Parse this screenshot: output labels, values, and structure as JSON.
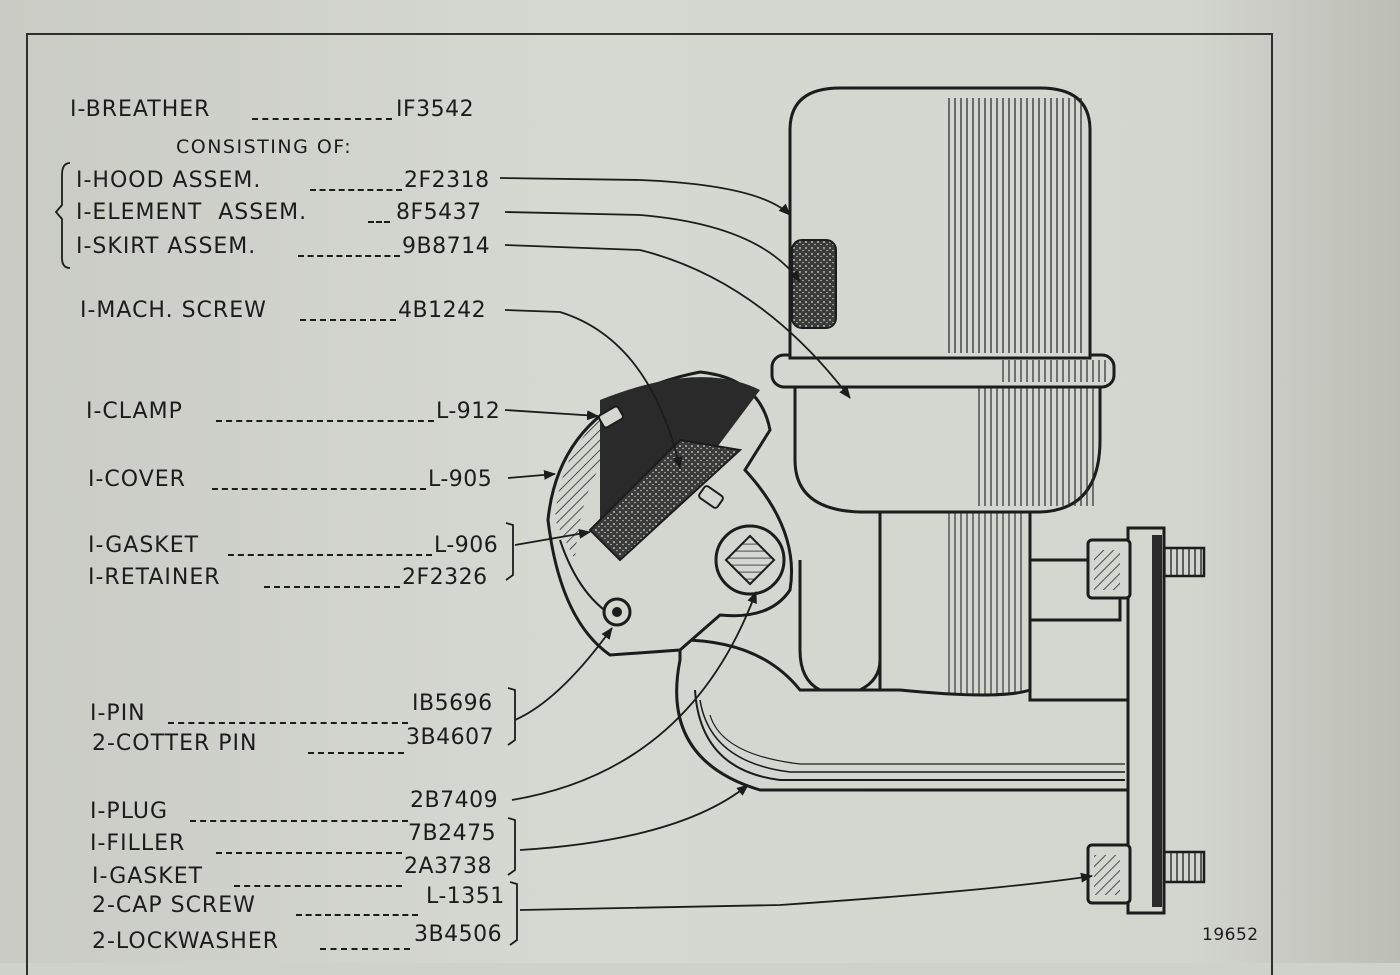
{
  "header": {
    "consisting_of": "CONSISTING OF:"
  },
  "figure_number": "19652",
  "parts": [
    {
      "label": "I-BREATHER",
      "part_no": "IF3542"
    },
    {
      "label": "I-HOOD ASSEM.",
      "part_no": "2F2318"
    },
    {
      "label": "I-ELEMENT  ASSEM.",
      "part_no": "8F5437"
    },
    {
      "label": "I-SKIRT ASSEM.",
      "part_no": "9B8714"
    },
    {
      "label": "I-MACH. SCREW",
      "part_no": "4B1242"
    },
    {
      "label": "I-CLAMP",
      "part_no": "L-912"
    },
    {
      "label": "I-COVER",
      "part_no": "L-905"
    },
    {
      "label": "I-GASKET",
      "part_no": "L-906"
    },
    {
      "label": "I-RETAINER",
      "part_no": "2F2326"
    },
    {
      "label": "I-PIN",
      "part_no": "IB5696"
    },
    {
      "label": "2-COTTER PIN",
      "part_no": "3B4607"
    },
    {
      "label": "I-PLUG",
      "part_no": "2B7409"
    },
    {
      "label": "I-FILLER",
      "part_no": "7B2475"
    },
    {
      "label": "I-GASKET",
      "part_no": "2A3738"
    },
    {
      "label": "2-CAP SCREW",
      "part_no": "L-1351"
    },
    {
      "label": "2-LOCKWASHER",
      "part_no": "3B4506"
    }
  ]
}
